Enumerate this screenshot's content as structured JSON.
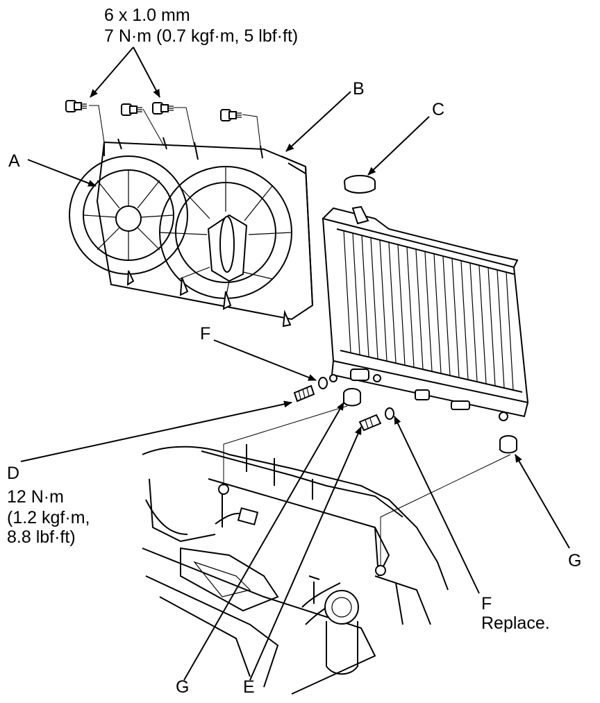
{
  "callouts": {
    "A": "A",
    "B": "B",
    "C": "C",
    "D": "D",
    "E": "E",
    "F_top": "F",
    "F_bottom": "F",
    "F_note": "Replace.",
    "G_right": "G",
    "G_bottom": "G"
  },
  "specs": {
    "bolt_size": "6 x 1.0 mm",
    "bolt_torque": "7 N·m (0.7 kgf·m, 5 lbf·ft)",
    "drain_torque_line1": "12 N·m",
    "drain_torque_line2": "(1.2 kgf·m,",
    "drain_torque_line3": "8.8 lbf·ft)"
  }
}
